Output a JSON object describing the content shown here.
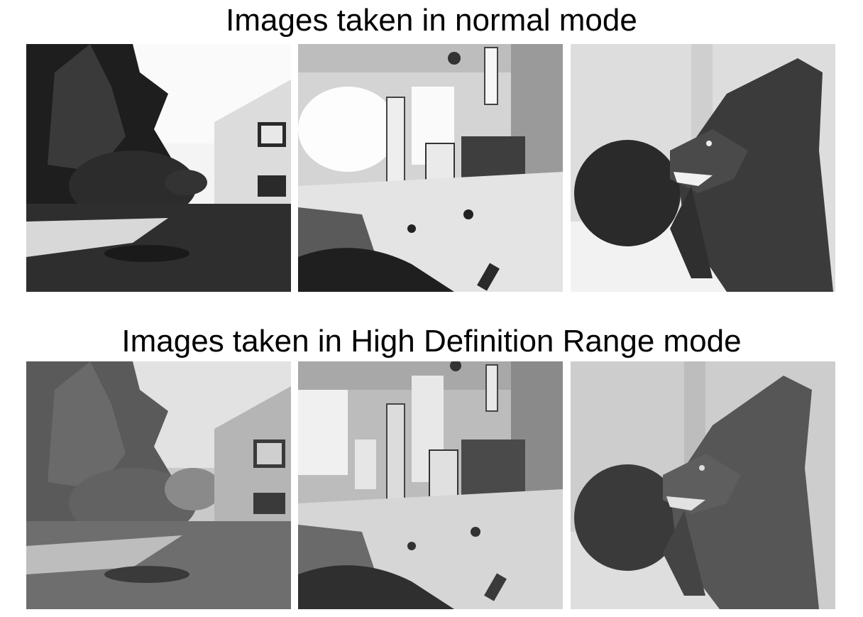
{
  "sections": [
    {
      "heading": "Images taken in normal mode",
      "mode": "normal"
    },
    {
      "heading": "Images taken in High Definition Range mode",
      "mode": "hdr"
    }
  ],
  "photos": {
    "scenes": [
      "outdoor-house-garden",
      "indoor-living-room",
      "stuffed-fox-and-ball"
    ],
    "colors": {
      "background": "#ffffff",
      "text": "#000000"
    }
  }
}
